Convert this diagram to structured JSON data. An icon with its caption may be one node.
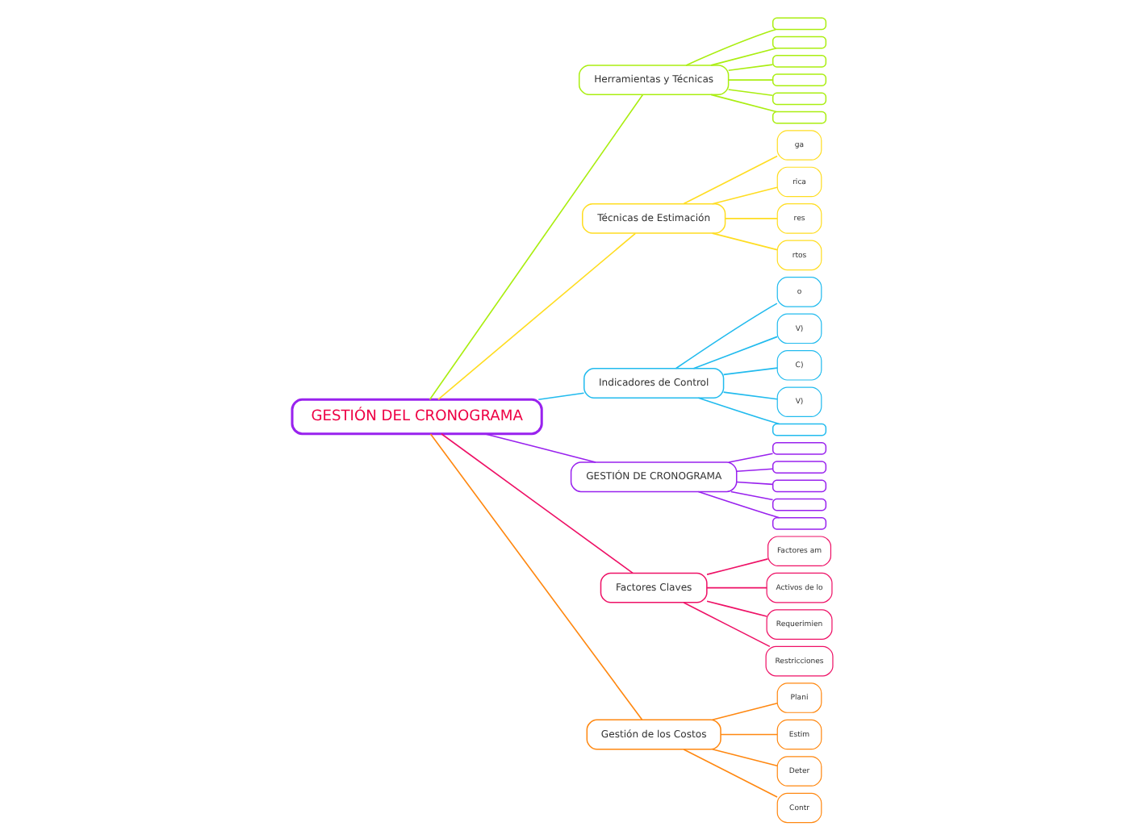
{
  "diagram": {
    "nodes": [
      {
        "text": [
          "GESTIÓN DEL CRONOGRAMA"
        ]
      },
      {
        "text": [
          "Herramientas y Técnicas"
        ]
      },
      {
        "text": [],
        "shape": "box"
      },
      {
        "text": [],
        "shape": "box"
      },
      {
        "text": [],
        "shape": "box"
      },
      {
        "text": [],
        "shape": "box"
      },
      {
        "text": [],
        "shape": "box"
      },
      {
        "text": [],
        "shape": "box"
      },
      {
        "text": [
          "Técnicas de Estimación"
        ]
      },
      {
        "text": [
          "ga"
        ]
      },
      {
        "text": [
          "rica"
        ]
      },
      {
        "text": [
          "res"
        ]
      },
      {
        "text": [
          "rtos"
        ]
      },
      {
        "text": [
          "Indicadores de Control"
        ]
      },
      {
        "text": [
          "o"
        ]
      },
      {
        "text": [
          "V)"
        ]
      },
      {
        "text": [
          "C)"
        ]
      },
      {
        "text": [
          "V)"
        ]
      },
      {
        "text": [],
        "shape": "box"
      },
      {
        "text": [
          "GESTIÓN DE CRONOGRAMA"
        ]
      },
      {
        "text": [],
        "shape": "box"
      },
      {
        "text": [],
        "shape": "box"
      },
      {
        "text": [],
        "shape": "box"
      },
      {
        "text": [],
        "shape": "box"
      },
      {
        "text": [],
        "shape": "box"
      },
      {
        "text": [
          "Factores Claves"
        ]
      },
      {
        "text": [
          "Factores am"
        ]
      },
      {
        "text": [
          "Activos de lo"
        ]
      },
      {
        "text": [
          "Requerimien"
        ]
      },
      {
        "text": [
          "Restricciones"
        ]
      },
      {
        "text": [
          "Gestión de los Costos"
        ]
      },
      {
        "text": [
          "Plani"
        ]
      },
      {
        "text": [
          "Estim"
        ]
      },
      {
        "text": [
          "Deter"
        ]
      },
      {
        "text": [
          "Contr"
        ]
      }
    ],
    "edges": [
      {
        "from": 0,
        "to": 1,
        "arrow": "none",
        "color": "#aaee11"
      },
      {
        "from": 1,
        "to": 2,
        "arrow": "none",
        "color": "#aaee11"
      },
      {
        "from": 1,
        "to": 3,
        "arrow": "none",
        "color": "#aaee11"
      },
      {
        "from": 1,
        "to": 4,
        "arrow": "none",
        "color": "#aaee11"
      },
      {
        "from": 1,
        "to": 5,
        "arrow": "none",
        "color": "#aaee11"
      },
      {
        "from": 1,
        "to": 6,
        "arrow": "none",
        "color": "#aaee11"
      },
      {
        "from": 1,
        "to": 7,
        "arrow": "none",
        "color": "#aaee11"
      },
      {
        "from": 0,
        "to": 8,
        "arrow": "none",
        "color": "#ffdd22"
      },
      {
        "from": 8,
        "to": 9,
        "arrow": "none",
        "color": "#ffdd22"
      },
      {
        "from": 8,
        "to": 10,
        "arrow": "none",
        "color": "#ffdd22"
      },
      {
        "from": 8,
        "to": 11,
        "arrow": "none",
        "color": "#ffdd22"
      },
      {
        "from": 8,
        "to": 12,
        "arrow": "none",
        "color": "#ffdd22"
      },
      {
        "from": 0,
        "to": 13,
        "arrow": "none",
        "color": "#22bbee"
      },
      {
        "from": 13,
        "to": 14,
        "arrow": "none",
        "color": "#22bbee"
      },
      {
        "from": 13,
        "to": 15,
        "arrow": "none",
        "color": "#22bbee"
      },
      {
        "from": 13,
        "to": 16,
        "arrow": "none",
        "color": "#22bbee"
      },
      {
        "from": 13,
        "to": 17,
        "arrow": "none",
        "color": "#22bbee"
      },
      {
        "from": 13,
        "to": 18,
        "arrow": "none",
        "color": "#22bbee"
      },
      {
        "from": 0,
        "to": 19,
        "arrow": "none",
        "color": "#9922ee"
      },
      {
        "from": 19,
        "to": 20,
        "arrow": "none",
        "color": "#9922ee"
      },
      {
        "from": 19,
        "to": 21,
        "arrow": "none",
        "color": "#9922ee"
      },
      {
        "from": 19,
        "to": 22,
        "arrow": "none",
        "color": "#9922ee"
      },
      {
        "from": 19,
        "to": 23,
        "arrow": "none",
        "color": "#9922ee"
      },
      {
        "from": 19,
        "to": 24,
        "arrow": "none",
        "color": "#9922ee"
      },
      {
        "from": 0,
        "to": 25,
        "arrow": "none",
        "color": "#ee1166"
      },
      {
        "from": 25,
        "to": 26,
        "arrow": "none",
        "color": "#ee1166"
      },
      {
        "from": 25,
        "to": 27,
        "arrow": "none",
        "color": "#ee1166"
      },
      {
        "from": 25,
        "to": 28,
        "arrow": "none",
        "color": "#ee1166"
      },
      {
        "from": 25,
        "to": 29,
        "arrow": "none",
        "color": "#ee1166"
      },
      {
        "from": 0,
        "to": 30,
        "arrow": "none",
        "color": "#ff8811"
      },
      {
        "from": 30,
        "to": 31,
        "arrow": "none",
        "color": "#ff8811"
      },
      {
        "from": 30,
        "to": 32,
        "arrow": "none",
        "color": "#ff8811"
      },
      {
        "from": 30,
        "to": 33,
        "arrow": "none",
        "color": "#ff8811"
      },
      {
        "from": 30,
        "to": 34,
        "arrow": "none",
        "color": "#ff8811"
      }
    ]
  }
}
